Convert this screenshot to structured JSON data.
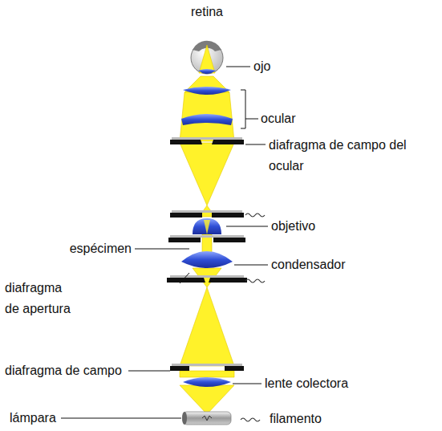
{
  "diagram": {
    "labels": [
      "retina",
      "ojo",
      "ocular",
      "diafragma de campo del ocular",
      "objetivo",
      "espécimen",
      "condensador",
      "diafragma de apertura",
      "diafragma de campo",
      "lente colectora",
      "lámpara",
      "filamento"
    ]
  }
}
